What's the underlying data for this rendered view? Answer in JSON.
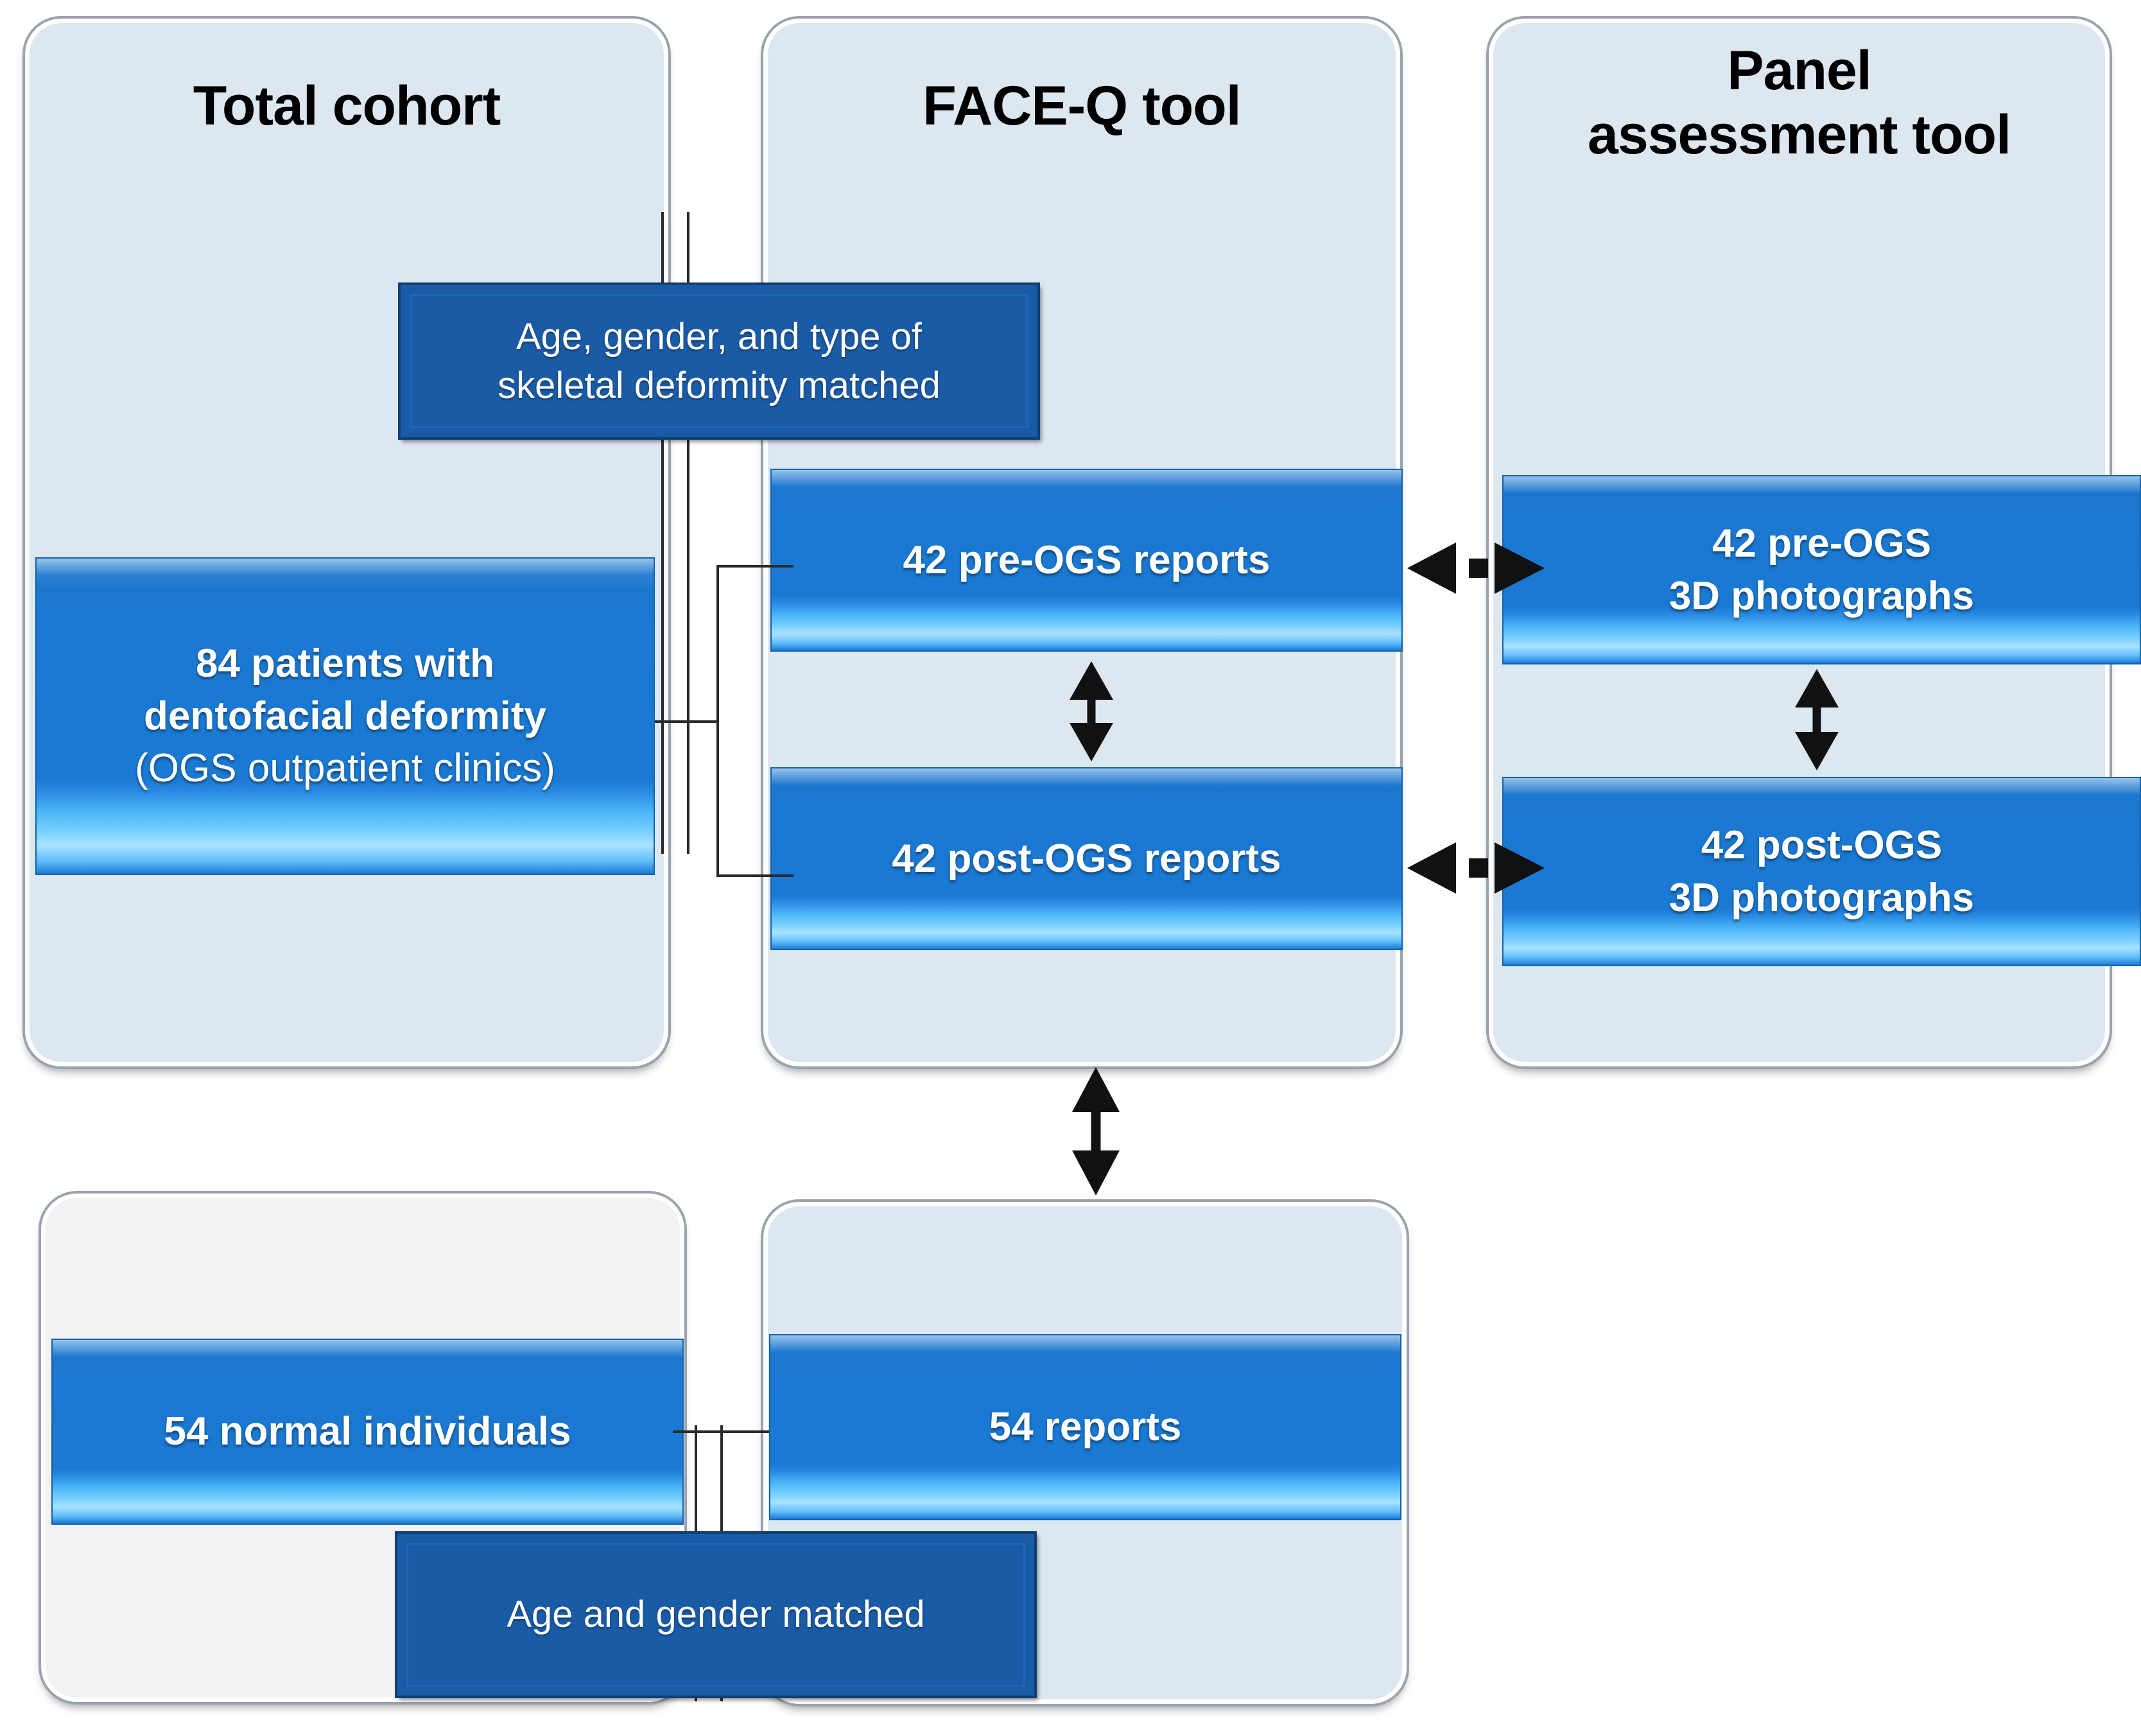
{
  "diagram": {
    "title_hidden": "",
    "colors": {
      "panel_bg": "#dde7f0",
      "panel_bg_pale": "#f3f1f2",
      "panel_border": "#9aa3ad",
      "box_blue": "#1a79d2",
      "box_dark_blue": "#1a5ba6",
      "text_light": "#ffffff",
      "text_dark": "#000000",
      "connector": "#2a2a2a"
    },
    "panels": [
      {
        "id": "total-cohort",
        "title": "Total cohort"
      },
      {
        "id": "face-q-tool",
        "title": "FACE-Q tool"
      },
      {
        "id": "panel-assessment-tool",
        "title_line1": "Panel",
        "title_line2": "assessment tool"
      },
      {
        "id": "normal-group",
        "title": ""
      },
      {
        "id": "normal-reports",
        "title": ""
      }
    ],
    "boxes": {
      "age_gender_type_matched": {
        "line1": "Age, gender, and type of",
        "line2": "skeletal deformity matched"
      },
      "patients": {
        "line1": "84 patients with",
        "line2": "dentofacial deformity",
        "line3": "(OGS outpatient clinics)"
      },
      "pre_ogs_reports": {
        "line1": "42 pre-OGS reports"
      },
      "post_ogs_reports": {
        "line1": "42 post-OGS reports"
      },
      "pre_ogs_photos": {
        "line1": "42 pre-OGS",
        "line2": "3D photographs"
      },
      "post_ogs_photos": {
        "line1": "42 post-OGS",
        "line2": "3D photographs"
      },
      "normal_individuals": {
        "line1": "54 normal individuals"
      },
      "normal_reports": {
        "line1": "54 reports"
      },
      "age_gender_matched": {
        "line1": "Age and gender matched"
      }
    },
    "connectors": [
      {
        "id": "patients-to-reports-bracket",
        "kind": "bracket",
        "label": ""
      },
      {
        "id": "pre-reports-to-pre-photos",
        "kind": "double-arrow-horizontal-dashed",
        "label": ""
      },
      {
        "id": "post-reports-to-post-photos",
        "kind": "double-arrow-horizontal-dashed",
        "label": ""
      },
      {
        "id": "pre-post-reports",
        "kind": "double-arrow-vertical",
        "label": ""
      },
      {
        "id": "pre-post-photos",
        "kind": "double-arrow-vertical",
        "label": ""
      },
      {
        "id": "faceq-to-normal-reports",
        "kind": "double-arrow-vertical",
        "label": ""
      },
      {
        "id": "normal-individuals-to-normal-reports",
        "kind": "line-horizontal",
        "label": ""
      }
    ]
  }
}
